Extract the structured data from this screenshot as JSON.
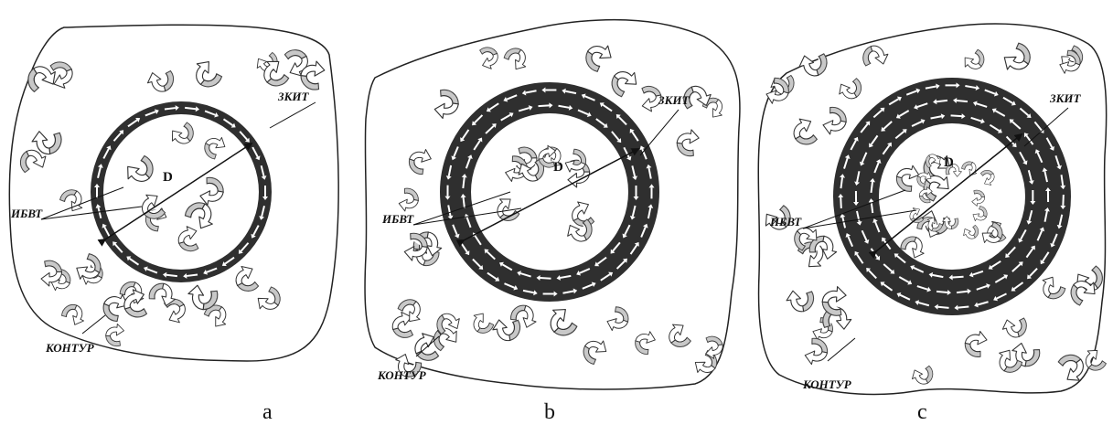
{
  "colors": {
    "ring": "#2f2f2f",
    "contour": "#222222",
    "vortex_fill": "#ffffff",
    "vortex_shade": "#c8c8c8",
    "ring_arrow": "#ffffff"
  },
  "panels": [
    {
      "caption": "a",
      "label_zkit": "ЗКИТ",
      "label_diameter": "D",
      "label_ibvt": "ИБВТ",
      "label_contour": "КОНТУР",
      "ring_rows": 1,
      "inner_vortex_cluster": false
    },
    {
      "caption": "b",
      "label_zkit": "ЗКИТ",
      "label_diameter": "D",
      "label_ibvt": "ИБВТ",
      "label_contour": "КОНТУР",
      "ring_rows": 2,
      "inner_vortex_cluster": false
    },
    {
      "caption": "c",
      "label_zkit": "ЗКИТ",
      "label_diameter": "D",
      "label_ibvt": "ИБВТ",
      "label_contour": "КОНТУР",
      "ring_rows": 3,
      "inner_vortex_cluster": true
    }
  ]
}
